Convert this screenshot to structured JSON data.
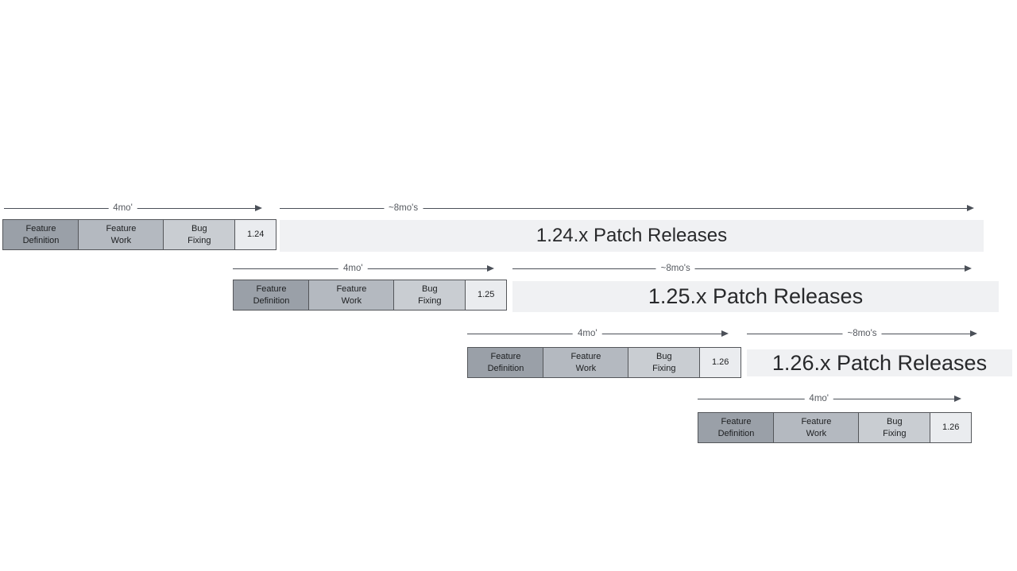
{
  "colors": {
    "feature_definition_fill": "#9aa0a8",
    "feature_work_fill": "#b4b9c0",
    "bug_fixing_fill": "#c9cdd2",
    "version_fill": "#eaecef",
    "box_border": "#54565a",
    "patch_bar_fill": "#f0f1f3",
    "arrow": "#4b5058",
    "duration_text": "#55595f",
    "box_text": "#1c1e20",
    "patch_text": "#28292b"
  },
  "rows": [
    {
      "version": "1.24",
      "phases": [
        "Feature\nDefinition",
        "Feature\nWork",
        "Bug\nFixing"
      ],
      "dev_duration_label": "4mo'",
      "patch_duration_label": "~8mo's",
      "patch_releases_label": "1.24.x Patch Releases"
    },
    {
      "version": "1.25",
      "phases": [
        "Feature\nDefinition",
        "Feature\nWork",
        "Bug\nFixing"
      ],
      "dev_duration_label": "4mo'",
      "patch_duration_label": "~8mo's",
      "patch_releases_label": "1.25.x Patch Releases"
    },
    {
      "version": "1.26",
      "phases": [
        "Feature\nDefinition",
        "Feature\nWork",
        "Bug\nFixing"
      ],
      "dev_duration_label": "4mo'",
      "patch_duration_label": "~8mo's",
      "patch_releases_label": "1.26.x Patch Releases"
    },
    {
      "version": "1.26",
      "phases": [
        "Feature\nDefinition",
        "Feature\nWork",
        "Bug\nFixing"
      ],
      "dev_duration_label": "4mo'"
    }
  ]
}
